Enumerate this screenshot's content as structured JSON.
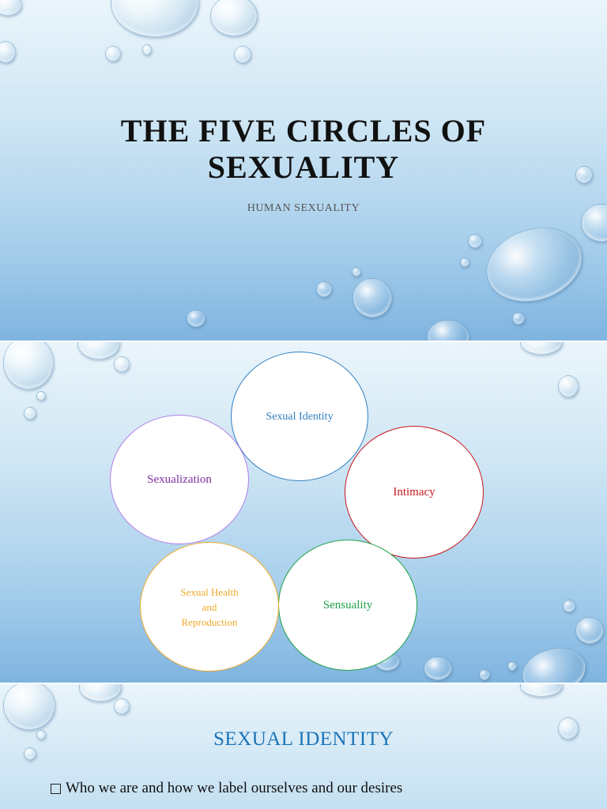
{
  "slide1": {
    "title_line1": "THE FIVE CIRCLES OF",
    "title_line2": "SEXUALITY",
    "subtitle": "HUMAN SEXUALITY"
  },
  "slide2": {
    "circles": [
      {
        "label": "Sexual Identity",
        "color": "#2f7fbf"
      },
      {
        "label": "Intimacy",
        "color": "#c8151c"
      },
      {
        "label": "Sensuality",
        "color": "#1fa34a"
      },
      {
        "label_lines": [
          "Sexual Health",
          "and",
          "Reproduction"
        ],
        "color": "#f0a92a"
      },
      {
        "label": "Sexualization",
        "color": "#7a2f9e"
      }
    ]
  },
  "slide3": {
    "title": "SEXUAL IDENTITY",
    "bullet": "Who we are and how we label ourselves and our desires",
    "bullet_icon": "checkbox-square-icon"
  }
}
